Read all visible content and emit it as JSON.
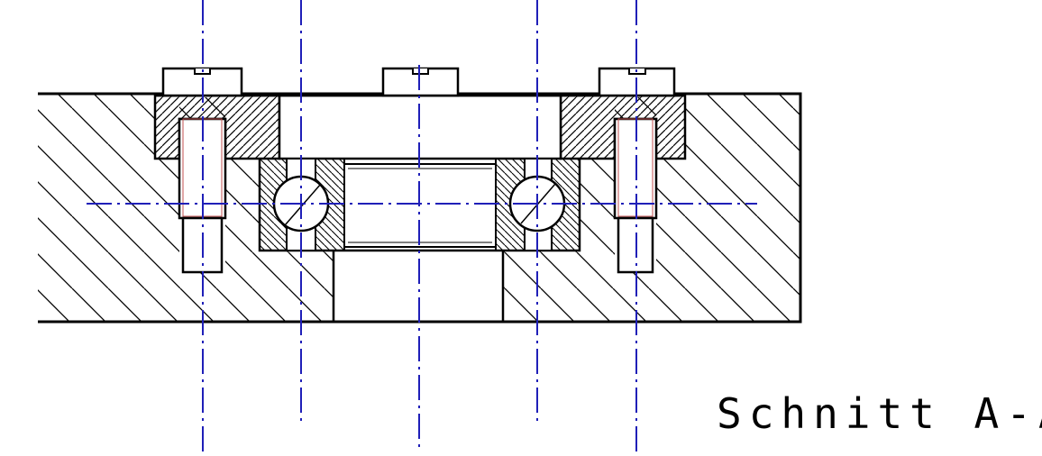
{
  "drawing": {
    "section_label": "Schnitt A-A",
    "colors": {
      "outline": "#000000",
      "center_line": "#1f1fb8",
      "thread_line": "#c05050",
      "background": "#ffffff"
    },
    "line_styles": {
      "center_line": "dash-dot",
      "section_hatch": "diagonal"
    },
    "parts": [
      "housing",
      "cover-plate",
      "ball-bearing",
      "cap-screw-left",
      "cap-screw-right",
      "center-cap"
    ]
  }
}
